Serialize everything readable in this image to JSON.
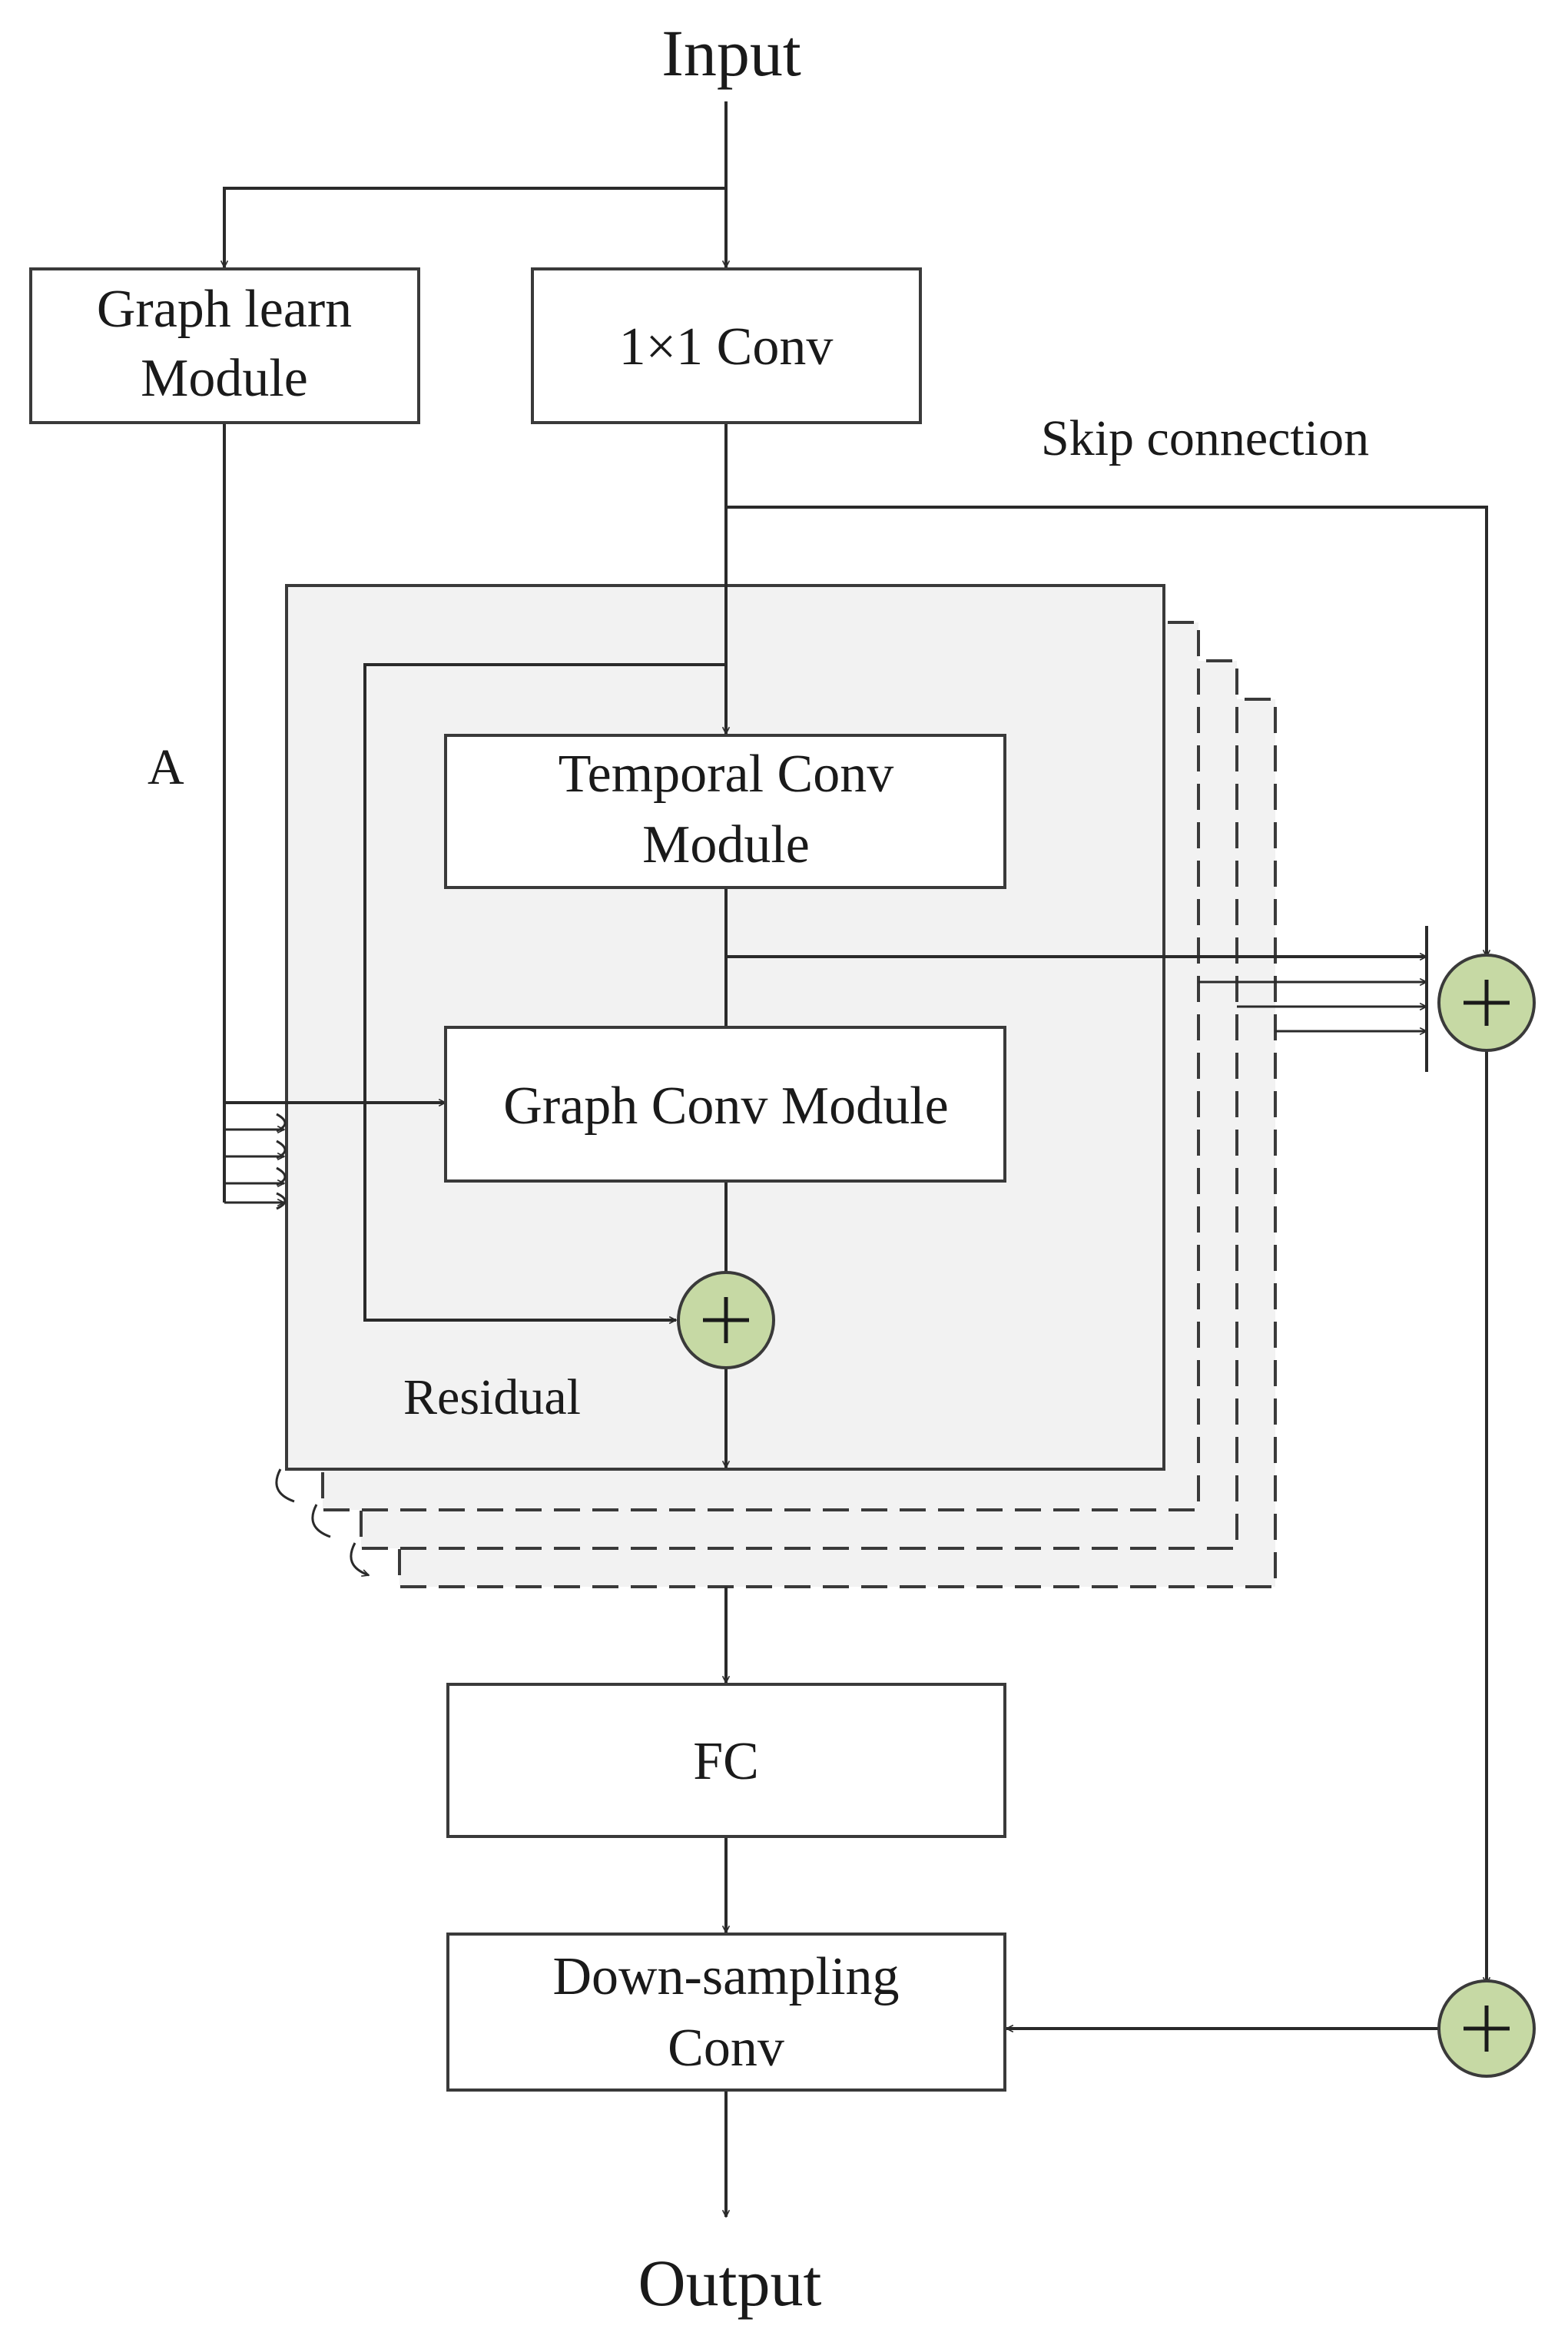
{
  "diagram": {
    "input_label": "Input",
    "output_label": "Output",
    "graph_learn": {
      "line1": "Graph learn",
      "line2": "Module"
    },
    "conv1x1_label": "1×1 Conv",
    "skip_connection_label": "Skip connection",
    "adjacency_label": "A",
    "temporal_conv": {
      "line1": "Temporal Conv",
      "line2": "Module"
    },
    "graph_conv_label": "Graph Conv Module",
    "residual_label": "Residual",
    "fc_label": "FC",
    "downsampling_conv": {
      "line1": "Down-sampling",
      "line2": "Conv"
    },
    "colors": {
      "adder_fill": "#c6d9a4",
      "panel_fill": "#f2f2f2",
      "stroke": "#3a3a3a"
    }
  }
}
